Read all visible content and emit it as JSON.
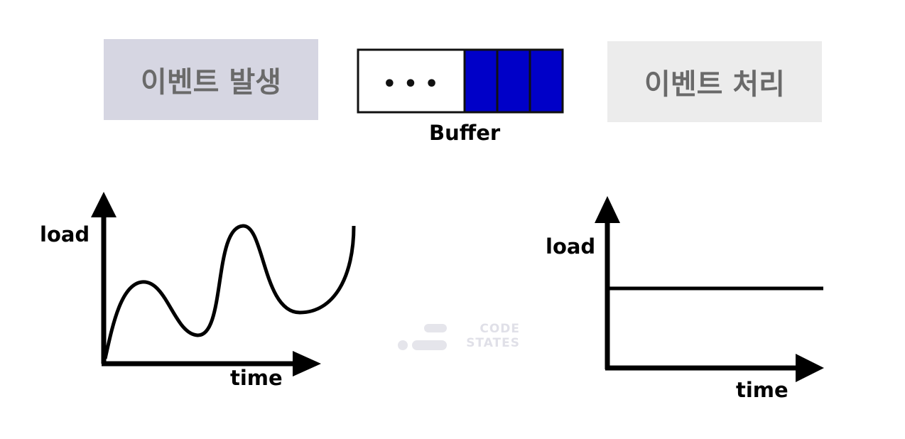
{
  "producer": {
    "label": "이벤트 발생"
  },
  "consumer": {
    "label": "이벤트 처리"
  },
  "buffer": {
    "ellipsis": "• • •",
    "label": "Buffer",
    "filled_slots": 3,
    "fill_color": "#0000c8"
  },
  "left_graph": {
    "ylabel": "load",
    "xlabel": "time"
  },
  "right_graph": {
    "ylabel": "load",
    "xlabel": "time"
  },
  "watermark": {
    "line1": "CODE",
    "line2": "STATES"
  }
}
